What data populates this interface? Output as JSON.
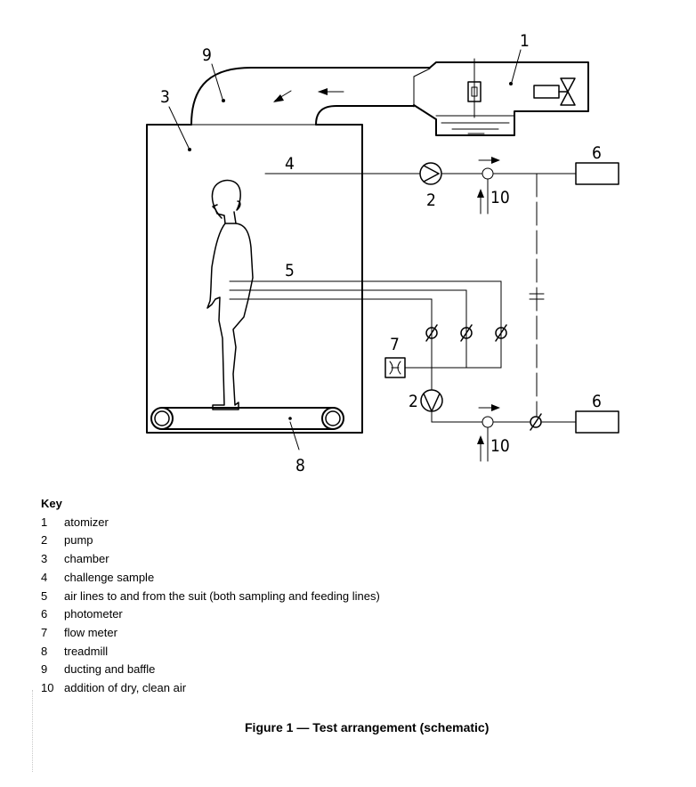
{
  "diagram": {
    "callouts": [
      {
        "id": "1",
        "text": "1"
      },
      {
        "id": "9",
        "text": "9"
      },
      {
        "id": "3",
        "text": "3"
      },
      {
        "id": "4",
        "text": "4"
      },
      {
        "id": "2a",
        "text": "2"
      },
      {
        "id": "10a",
        "text": "10"
      },
      {
        "id": "6a",
        "text": "6"
      },
      {
        "id": "5",
        "text": "5"
      },
      {
        "id": "7",
        "text": "7"
      },
      {
        "id": "2b",
        "text": "2"
      },
      {
        "id": "6b",
        "text": "6"
      },
      {
        "id": "10b",
        "text": "10"
      },
      {
        "id": "8",
        "text": "8"
      }
    ]
  },
  "key": {
    "title": "Key",
    "items": [
      {
        "num": "1",
        "label": "atomizer"
      },
      {
        "num": "2",
        "label": "pump"
      },
      {
        "num": "3",
        "label": "chamber"
      },
      {
        "num": "4",
        "label": "challenge sample"
      },
      {
        "num": "5",
        "label": "air lines to and from the suit (both sampling and feeding lines)"
      },
      {
        "num": "6",
        "label": "photometer"
      },
      {
        "num": "7",
        "label": "flow meter"
      },
      {
        "num": "8",
        "label": "treadmill"
      },
      {
        "num": "9",
        "label": "ducting and baffle"
      },
      {
        "num": "10",
        "label": "addition of dry, clean air"
      }
    ]
  },
  "caption": "Figure 1 — Test arrangement (schematic)"
}
